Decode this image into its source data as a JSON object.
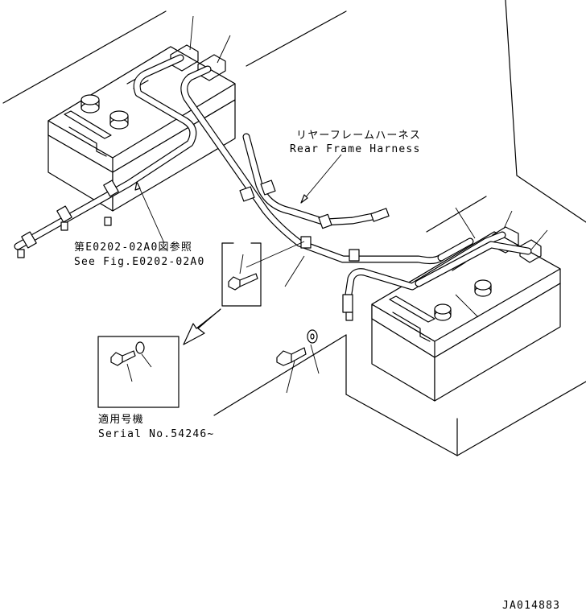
{
  "labels": {
    "rear_harness_jp": "リヤーフレームハーネス",
    "rear_harness_en": "Rear Frame Harness",
    "see_fig_jp": "第E0202-02A0図参照",
    "see_fig_en": "See Fig.E0202-02A0",
    "serial_jp": "適用号機",
    "serial_en": "Serial No.54246~",
    "drawing_id": "JA014883"
  }
}
